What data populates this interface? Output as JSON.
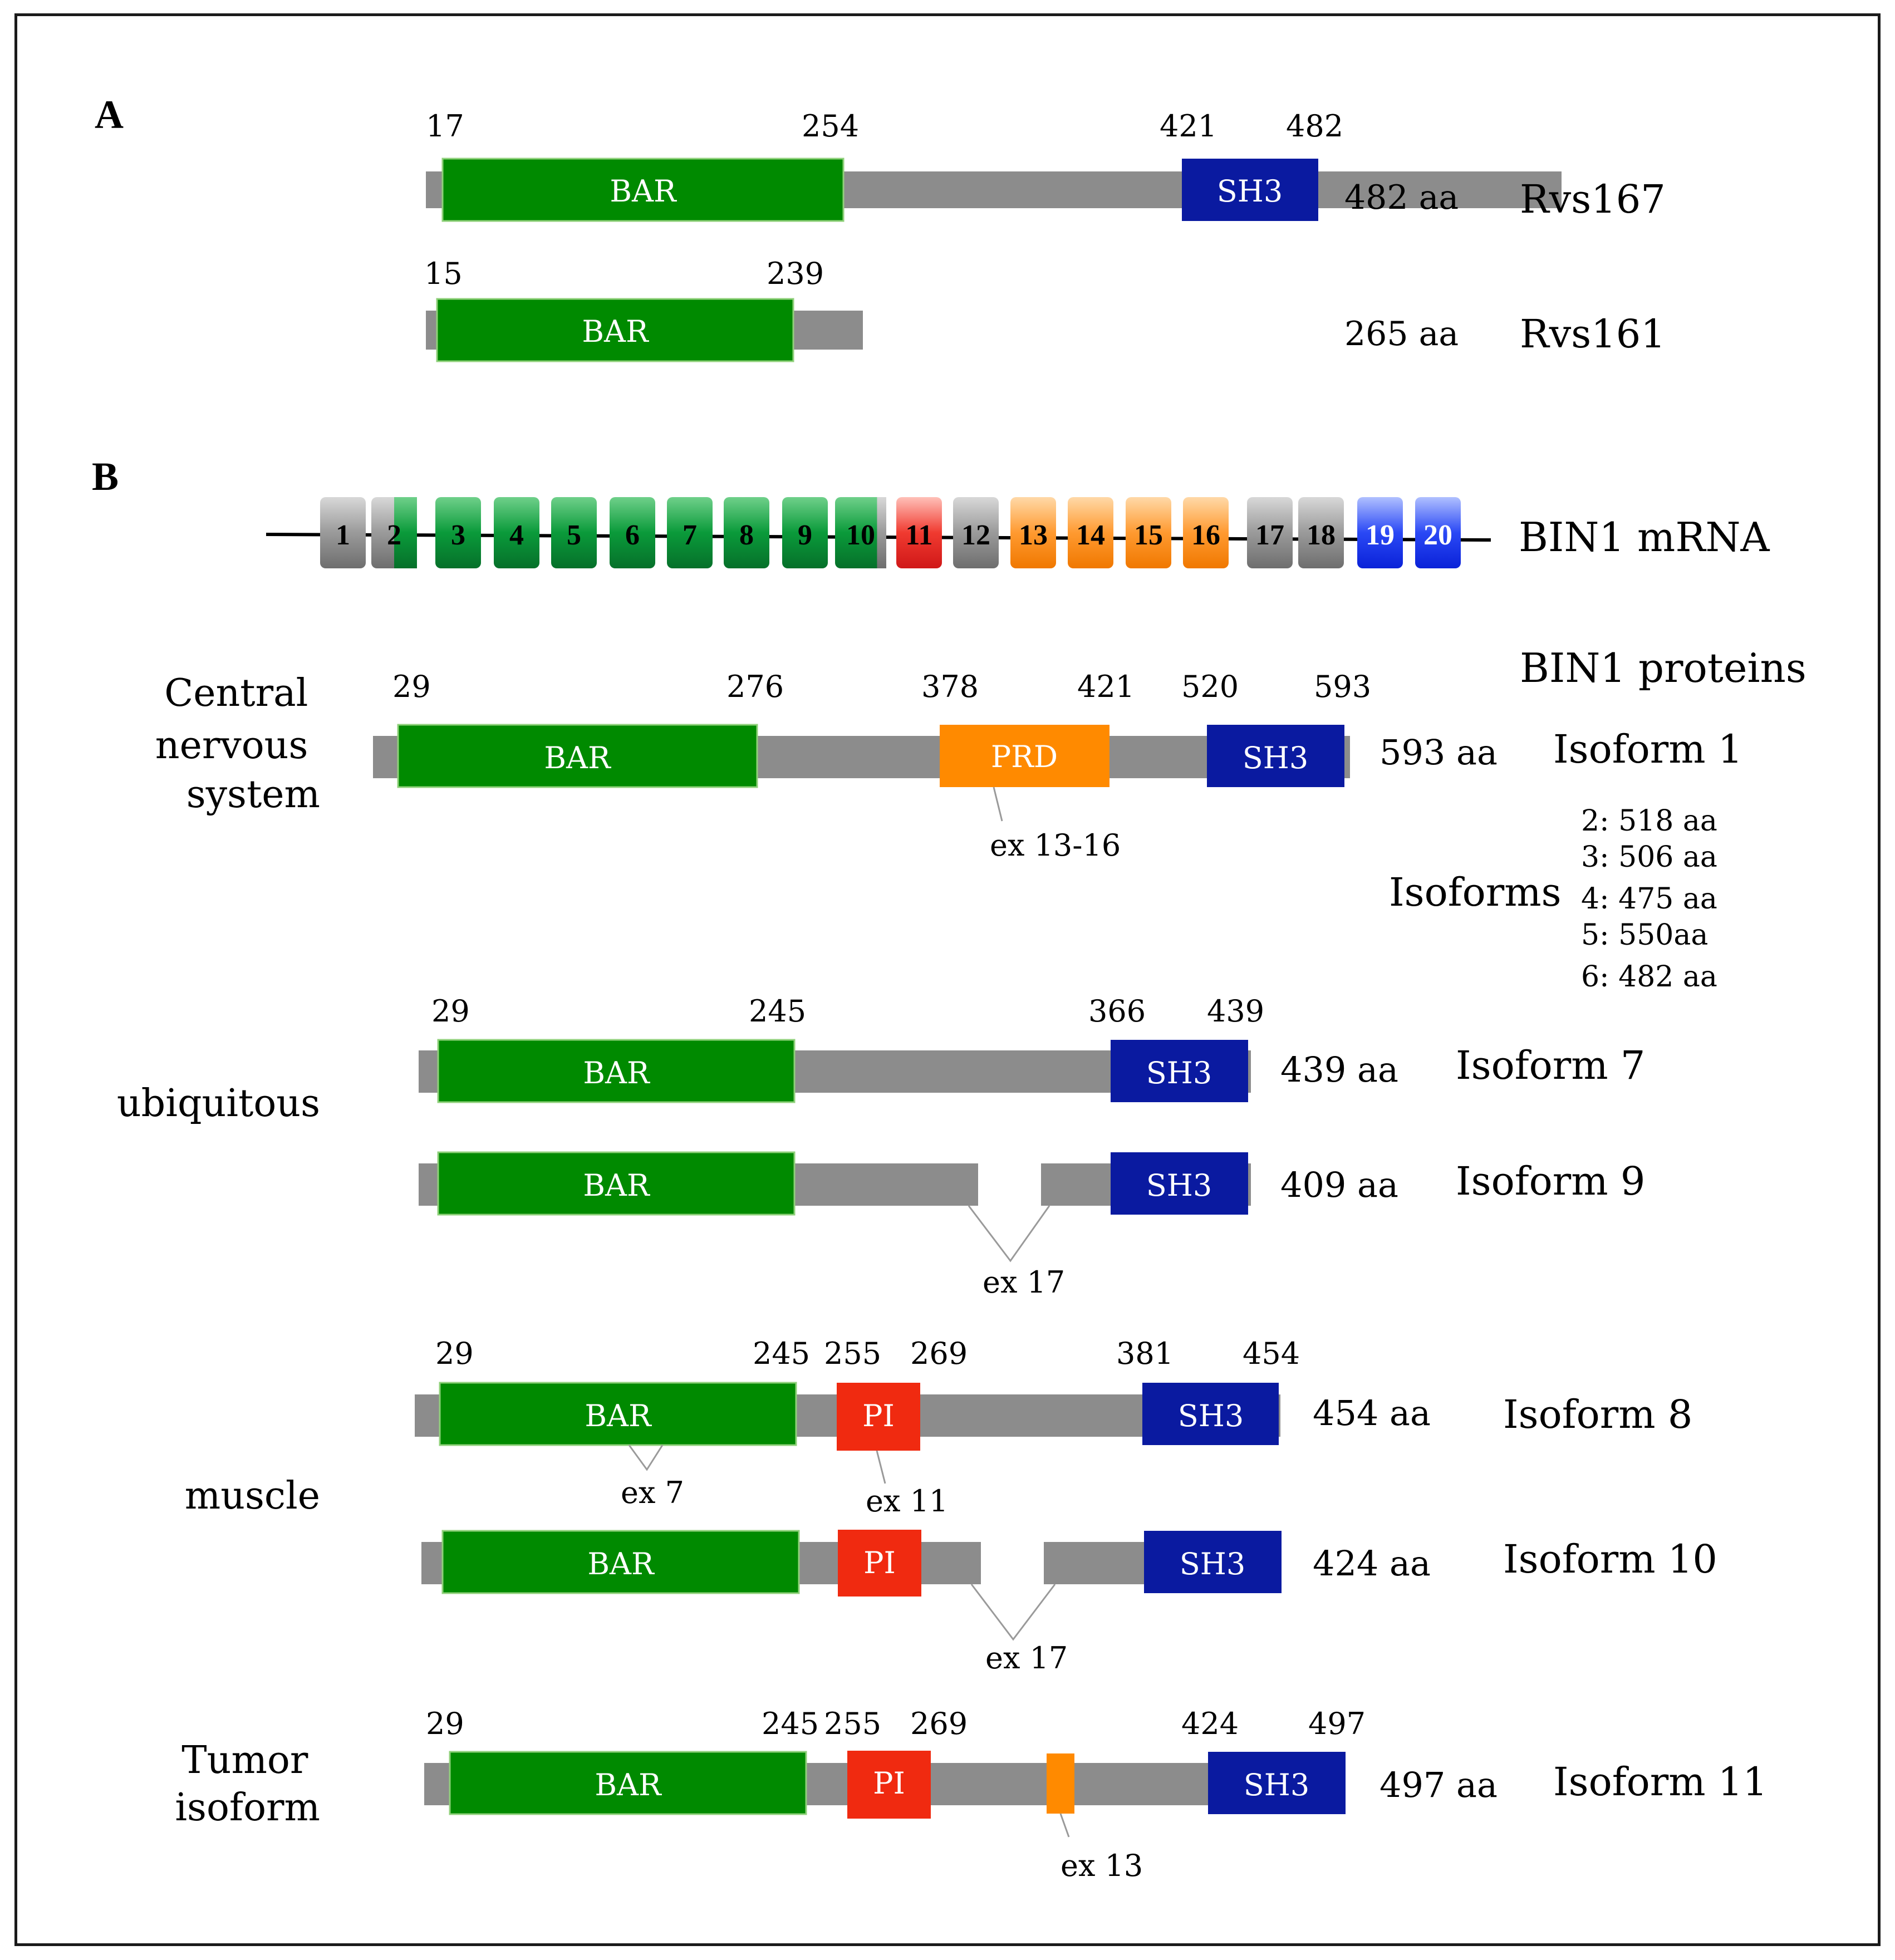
{
  "panels": {
    "a": "A",
    "b": "B"
  },
  "colors": {
    "bar": "#008a00",
    "sh3": "#0a1aa0",
    "prd": "#ff8a00",
    "pi": "#f02a10",
    "linker": "#8c8c8c",
    "exon_grey": "#8c8c8c",
    "exon_green": "#0a9a3a",
    "exon_red": "#f03a30",
    "exon_orange": "#ff8a10",
    "exon_blue": "#1030f0"
  },
  "panel_a": {
    "proteins": [
      {
        "name": "Rvs167",
        "length": "482 aa",
        "bar_label": "BAR",
        "sh3_label": "SH3",
        "positions": [
          "17",
          "254",
          "421",
          "482"
        ]
      },
      {
        "name": "Rvs161",
        "length": "265 aa",
        "bar_label": "BAR",
        "positions": [
          "15",
          "239"
        ]
      }
    ]
  },
  "mrna": {
    "label": "BIN1 mRNA",
    "exons": [
      "1",
      "2",
      "3",
      "4",
      "5",
      "6",
      "7",
      "8",
      "9",
      "10",
      "11",
      "12",
      "13",
      "14",
      "15",
      "16",
      "17",
      "18",
      "19",
      "20"
    ]
  },
  "proteins_header": "BIN1 proteins",
  "tissues": {
    "cns": [
      "Central",
      "nervous",
      "system"
    ],
    "ubiquitous": "ubiquitous",
    "muscle": "muscle",
    "tumor": [
      "Tumor",
      "isoform"
    ]
  },
  "isoforms_list": {
    "label": "Isoforms",
    "items": [
      "2: 518 aa",
      "3: 506 aa",
      "4: 475 aa",
      "5: 550aa",
      "6: 482 aa"
    ]
  },
  "isoforms": [
    {
      "name": "Isoform 1",
      "length": "593 aa",
      "domains": [
        "BAR",
        "PRD",
        "SH3"
      ],
      "positions": [
        "29",
        "276",
        "378",
        "421",
        "520",
        "593"
      ],
      "exon_note": "ex 13-16"
    },
    {
      "name": "Isoform 7",
      "length": "439 aa",
      "domains": [
        "BAR",
        "SH3"
      ],
      "positions": [
        "29",
        "245",
        "366",
        "439"
      ]
    },
    {
      "name": "Isoform 9",
      "length": "409 aa",
      "domains": [
        "BAR",
        "SH3"
      ],
      "exon_note": "ex 17"
    },
    {
      "name": "Isoform 8",
      "length": "454 aa",
      "domains": [
        "BAR",
        "PI",
        "SH3"
      ],
      "positions": [
        "29",
        "245",
        "255",
        "269",
        "381",
        "454"
      ],
      "exon_notes": [
        "ex 7",
        "ex 11"
      ]
    },
    {
      "name": "Isoform 10",
      "length": "424 aa",
      "domains": [
        "BAR",
        "PI",
        "SH3"
      ],
      "exon_note": "ex 17"
    },
    {
      "name": "Isoform 11",
      "length": "497 aa",
      "domains": [
        "BAR",
        "PI",
        "SH3"
      ],
      "positions": [
        "29",
        "245",
        "255",
        "269",
        "424",
        "497"
      ],
      "exon_note": "ex 13"
    }
  ]
}
